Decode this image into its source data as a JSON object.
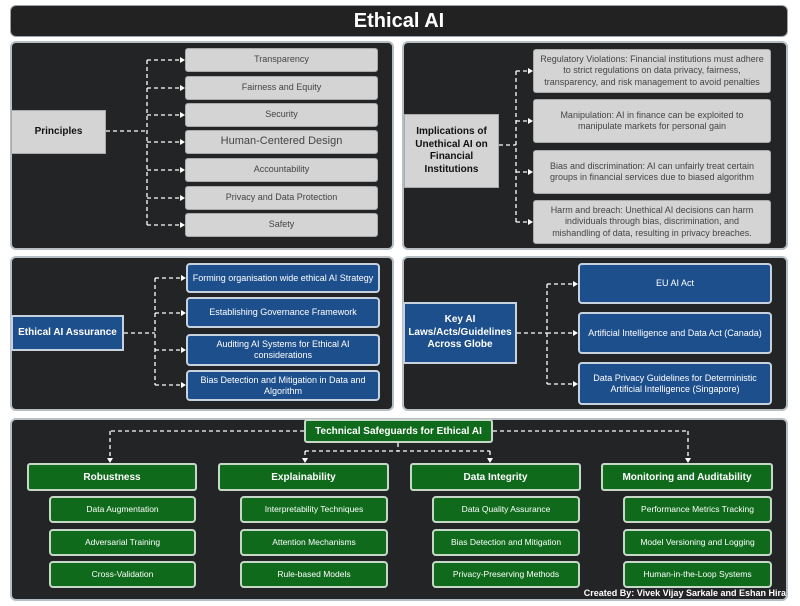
{
  "title": "Ethical AI",
  "principles": {
    "head": "Principles",
    "items": [
      "Transparency",
      "Fairness and Equity",
      "Security",
      "Human-Centered Design",
      "Accountability",
      "Privacy and Data Protection",
      "Safety"
    ]
  },
  "implications": {
    "head": "Implications of Unethical AI on Financial Institutions",
    "items": [
      "Regulatory Violations: Financial institutions must adhere to strict regulations on data privacy, fairness, transparency, and risk management to avoid penalties",
      "Manipulation: AI in finance can be exploited to manipulate markets for personal gain",
      "Bias and discrimination: AI can unfairly treat certain groups in financial services due to biased algorithm",
      "Harm and breach: Unethical AI decisions can harm individuals through bias, discrimination, and mishandling of data, resulting in privacy breaches."
    ]
  },
  "assurance": {
    "head": "Ethical AI Assurance",
    "items": [
      "Forming organisation wide ethical AI Strategy",
      "Establishing Governance Framework",
      "Auditing AI Systems for Ethical AI considerations",
      "Bias Detection and Mitigation in Data and Algorithm"
    ]
  },
  "laws": {
    "head": "Key AI Laws/Acts/Guidelines Across Globe",
    "items": [
      "EU AI Act",
      "Artificial Intelligence and Data Act (Canada)",
      "Data Privacy Guidelines for Deterministic Artificial Intelligence (Singapore)"
    ]
  },
  "safeguards": {
    "head": "Technical Safeguards for Ethical AI",
    "columns": [
      {
        "name": "Robustness",
        "items": [
          "Data Augmentation",
          "Adversarial Training",
          "Cross-Validation"
        ]
      },
      {
        "name": "Explainability",
        "items": [
          "Interpretability Techniques",
          "Attention Mechanisms",
          "Rule-based Models"
        ]
      },
      {
        "name": "Data Integrity",
        "items": [
          "Data Quality Assurance",
          "Bias Detection and Mitigation",
          "Privacy-Preserving Methods"
        ]
      },
      {
        "name": "Monitoring and Auditability",
        "items": [
          "Performance Metrics Tracking",
          "Model Versioning and Logging",
          "Human-in-the-Loop Systems"
        ]
      }
    ]
  },
  "credit": "Created By: Vivek Vijay Sarkale and Eshan Hira"
}
